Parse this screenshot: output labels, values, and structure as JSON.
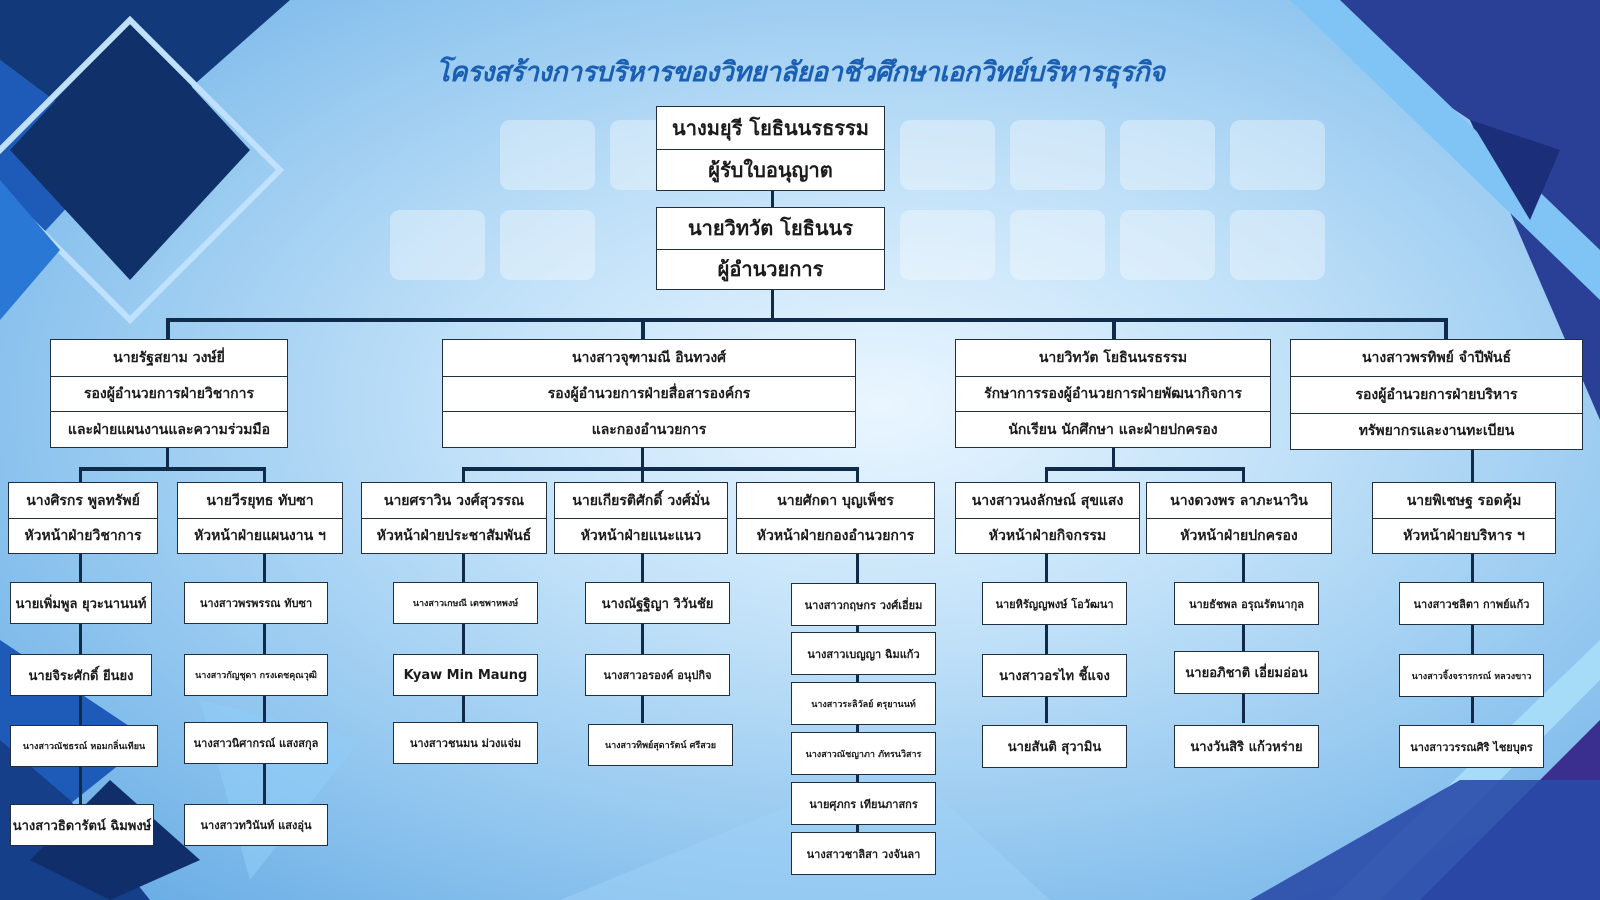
{
  "title": "โครงสร้างการบริหารของวิทยาลัยอาชีวศึกษาเอกวิทย์บริหารธุรกิจ",
  "licensee": {
    "name": "นางมยุรี โยธินนรธรรม",
    "title": "ผู้รับใบอนุญาต"
  },
  "director": {
    "name": "นายวิทวัต โยธินนร",
    "title": "ผู้อำนวยการ"
  },
  "deputies": [
    {
      "name": "นายรัฐสยาม วงษ์ยี่",
      "title1": "รองผู้อำนวยการฝ่ายวิชาการ",
      "title2": "และฝ่ายแผนงานและความร่วมมือ"
    },
    {
      "name": "นางสาวจุฑามณี อินทวงศ์",
      "title1": "รองผู้อำนวยการฝ่ายสื่อสารองค์กร",
      "title2": "และกองอำนวยการ"
    },
    {
      "name": "นายวิทวัต โยธินนรธรรม",
      "title1": "รักษาการรองผู้อำนวยการฝ่ายพัฒนากิจการ",
      "title2": "นักเรียน นักศึกษา และฝ่ายปกครอง"
    },
    {
      "name": "นางสาวพรทิพย์ จำปีพันธ์",
      "title1": "รองผู้อำนวยการฝ่ายบริหาร",
      "title2": "ทรัพยากรและงานทะเบียน"
    }
  ],
  "heads": [
    {
      "name": "นางศิรกร พูลทรัพย์",
      "title": "หัวหน้าฝ่ายวิชาการ"
    },
    {
      "name": "นายวีรยุทธ ทับซา",
      "title": "หัวหน้าฝ่ายแผนงาน ฯ"
    },
    {
      "name": "นายศราวิน วงศ์สุวรรณ",
      "title": "หัวหน้าฝ่ายประชาสัมพันธ์"
    },
    {
      "name": "นายเกียรติศักดิ์ วงศ์มั่น",
      "title": "หัวหน้าฝ่ายแนะแนว"
    },
    {
      "name": "นายศักดา บุญเพ็ชร",
      "title": "หัวหน้าฝ่ายกองอำนวยการ"
    },
    {
      "name": "นางสาวนงลักษณ์ สุขแสง",
      "title": "หัวหน้าฝ่ายกิจกรรม"
    },
    {
      "name": "นางดวงพร ลาภะนาวิน",
      "title": "หัวหน้าฝ่ายปกครอง"
    },
    {
      "name": "นายพิเชษฐ รอดคุ้ม",
      "title": "หัวหน้าฝ่ายบริหาร ฯ"
    }
  ],
  "staff": [
    [
      "นายเพิ่มพูล ยุวะนานนท์",
      "นายจิระศักดิ์ ยีนยง",
      "นางสาวณัชธรณ์ หอมกลิ่นเทียน",
      "นางสาวธิดารัตน์ ฉิมพงษ์"
    ],
    [
      "นางสาวพรพรรณ ทับซา",
      "นางสาวกัญชุดา กรงเดชคุณวุฒิ",
      "นางสาวนิศากรณ์ แสงสกุล",
      "นางสาวทวินันท์ แสงอุ่น"
    ],
    [
      "นางสาวเกษณี เตชพาหพงษ์",
      "Kyaw Min Maung",
      "นางสาวชนมน ม่วงแจ่ม"
    ],
    [
      "นางณัฐฐิญา วิวันชัย",
      "นางสาวอรองค์ อนุปกิจ",
      "นางสาวทิพย์สุดารัตน์ ศรีสวย"
    ],
    [
      "นางสาวกฤษกร วงศ์เอี่ยม",
      "นางสาวเบญญา ฉิมแก้ว",
      "นางสาวระลิวัลย์ ตรุยานนท์",
      "นางสาวณัชญาภา ภัทรนวิสาร",
      "นายศุภกร เทียนภาสกร",
      "นางสาวชาลิสา วงจันลา"
    ],
    [
      "นายหิรัญญพงษ์ โอวัฒนา",
      "นางสาวอรไท ชี้แจง",
      "นายสันติ สุวามิน"
    ],
    [
      "นายธัชพล อรุณรัตนากุล",
      "นายอภิชาติ เอี่ยมอ่อน",
      "นางวันสิริ แก้วหร่าย"
    ],
    [
      "นางสาวชลิตา กาพย์แก้ว",
      "นางสาวจิ้งจรารกรณ์ หลวงขาว",
      "นางสาววรรณศิริ ไชยบุตร"
    ]
  ]
}
